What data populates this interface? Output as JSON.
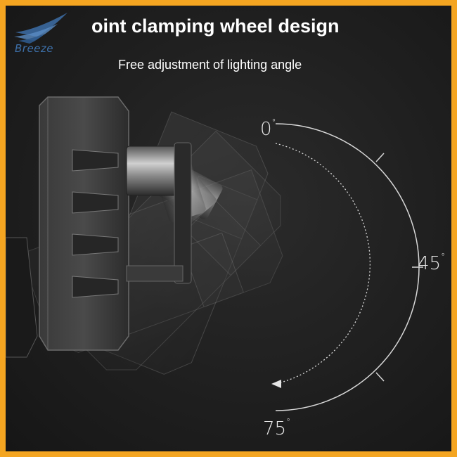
{
  "brand": {
    "name": "Breeze"
  },
  "headline": "oint clamping wheel design",
  "subline": "Free adjustment of lighting angle",
  "angles": {
    "start": {
      "value": "0",
      "unit": "°"
    },
    "middle": {
      "value": "45",
      "unit": "°"
    },
    "end": {
      "value": "75",
      "unit": "°"
    }
  },
  "colors": {
    "border": "#f4a521",
    "background": "#1f1f1f",
    "text": "#ffffff",
    "brand": "#3d6fa8"
  }
}
